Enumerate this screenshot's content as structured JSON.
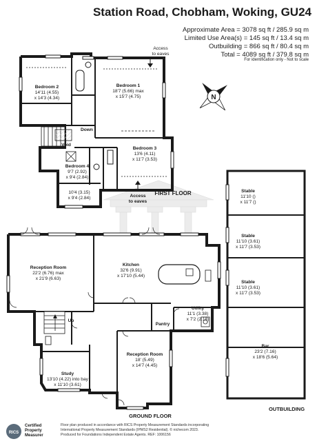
{
  "header": {
    "title": "Station Road, Chobham, Woking, GU24",
    "areas": [
      "Approximate Area = 3078 sq ft / 285.9 sq m",
      "Limited Use Area(s) = 145 sq ft / 13.4 sq m",
      "Outbuilding = 866 sq ft / 80.4 sq m",
      "Total = 4089 sq ft / 379.8 sq m"
    ],
    "note": "For identification only - Not to scale"
  },
  "floor_labels": {
    "first": "FIRST FLOOR",
    "ground": "GROUND FLOOR",
    "outbuilding": "OUTBUILDING"
  },
  "annotations": {
    "access_top_1": "Access",
    "access_top_2": "to eaves",
    "access_bottom_1": "Access",
    "access_bottom_2": "to eaves",
    "down": "Down",
    "void": "Void",
    "up": "Up",
    "compass": "N"
  },
  "rooms": {
    "bedroom2": [
      "Bedroom 2",
      "14'11 (4.55)",
      "x 14'3 (4.34)"
    ],
    "bedroom1": [
      "Bedroom 1",
      "18'7 (5.66) max",
      "x 15'7 (4.75)"
    ],
    "bedroom3": [
      "Bedroom 3",
      "13'6 (4.11)",
      "x 11'7 (3.53)"
    ],
    "bedroom4": [
      "Bedroom 4",
      "9'7 (2.92)",
      "x 9'4 (2.84)"
    ],
    "eaves_room": [
      "10'4 (3.15)",
      "x 9'4 (2.84)"
    ],
    "reception1": [
      "Reception Room",
      "22'2 (6.76) max",
      "x 21'9 (6.63)"
    ],
    "kitchen": [
      "Kitchen",
      "32'6 (9.91)",
      "x 17'10 (5.44)"
    ],
    "utility": [
      "Utility",
      "11'1 (3.38)",
      "x 7'2 (2.18)"
    ],
    "pantry": [
      "Pantry"
    ],
    "reception2": [
      "Reception Room",
      "18' (5.49)",
      "x 14'7 (4.45)"
    ],
    "study": [
      "Study",
      "13'10 (4.22) into bay",
      "x 11'10 (3.61)"
    ],
    "stable1": [
      "Stable",
      "11'10 ()",
      "x 11'7 ()"
    ],
    "stable2": [
      "Stable",
      "11'10 (3.61)",
      "x 11'7 (3.53)"
    ],
    "stable3": [
      "Stable",
      "11'10 (3.61)",
      "x 11'7 (3.53)"
    ],
    "bar": [
      "Bar",
      "23'2 (7.16)",
      "x 18'6 (5.64)"
    ]
  },
  "logo": {
    "line1": "Certified",
    "line2": "Property",
    "line3": "Measurer",
    "badge": "RICS"
  },
  "footer": [
    "Floor plan produced in accordance with RICS Property Measurement Standards incorporating",
    "International Property Measurement Standards (IPMS2 Residential). © nichecom 2023.",
    "Produced for Foundations Independent Estate Agents.  REF: 1006156"
  ]
}
